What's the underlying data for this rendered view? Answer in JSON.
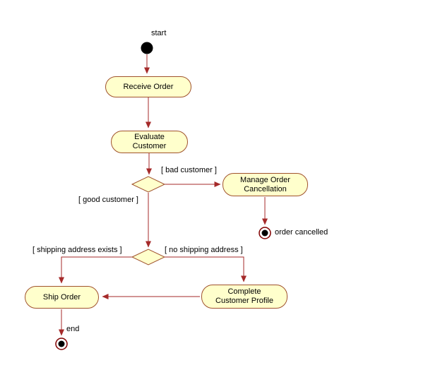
{
  "colors": {
    "background": "#ffffff",
    "node_fill": "#ffffcc",
    "node_border": "#a0522d",
    "edge": "#a52a2a",
    "final_ring": "#800000",
    "text": "#000000"
  },
  "nodes": {
    "start": {
      "label": "start"
    },
    "receive_order": {
      "label": "Receive Order"
    },
    "evaluate_customer": {
      "label": "Evaluate\nCustomer"
    },
    "manage_order_cancellation": {
      "label": "Manage Order\nCancellation"
    },
    "order_cancelled": {
      "label": "order cancelled"
    },
    "ship_order": {
      "label": "Ship Order"
    },
    "complete_customer_profile": {
      "label": "Complete\nCustomer Profile"
    },
    "end": {
      "label": "end"
    }
  },
  "edge_labels": {
    "bad_customer": "[ bad customer ]",
    "good_customer": "[ good customer ]",
    "shipping_address_exists": "[ shipping address exists ]",
    "no_shipping_address": "[ no shipping address ]"
  }
}
